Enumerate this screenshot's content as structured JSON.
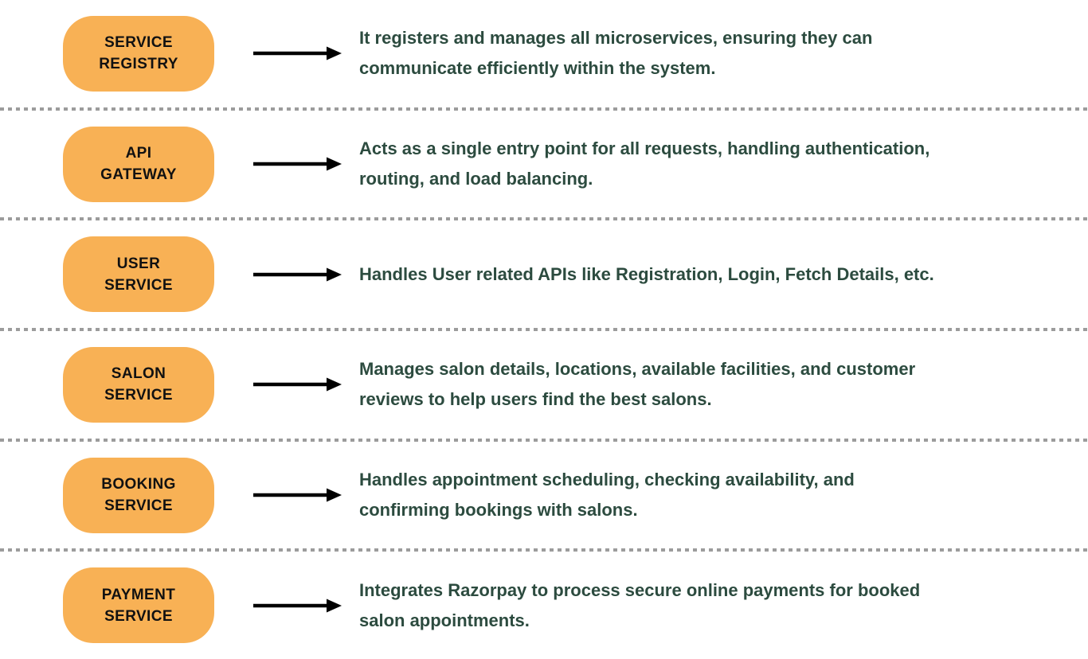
{
  "style": {
    "pill_color": "#F8B155",
    "pill_text_color": "#111111",
    "description_color": "#2C4B3F",
    "arrow_color": "#000000",
    "divider_color": "#9C9C9C",
    "background_color": "#FFFFFF"
  },
  "rows": [
    {
      "label_top": "SERVICE",
      "label_bottom": "REGISTRY",
      "lines": [
        "It registers and manages all microservices, ensuring they can",
        "communicate efficiently within the system."
      ]
    },
    {
      "label_top": "API",
      "label_bottom": "GATEWAY",
      "lines": [
        "Acts as a single entry point for all requests, handling authentication,",
        "routing, and load balancing."
      ]
    },
    {
      "label_top": "USER",
      "label_bottom": "SERVICE",
      "lines": [
        "Handles User related APIs like Registration, Login, Fetch Details, etc."
      ]
    },
    {
      "label_top": "SALON",
      "label_bottom": "SERVICE",
      "lines": [
        "Manages salon details, locations, available facilities, and customer",
        "reviews to help users find the best salons."
      ]
    },
    {
      "label_top": "BOOKING",
      "label_bottom": "SERVICE",
      "lines": [
        "Handles appointment scheduling, checking availability, and",
        "confirming bookings with salons."
      ]
    },
    {
      "label_top": "PAYMENT",
      "label_bottom": "SERVICE",
      "lines": [
        "Integrates Razorpay to process secure online payments for booked",
        "salon appointments."
      ]
    }
  ]
}
